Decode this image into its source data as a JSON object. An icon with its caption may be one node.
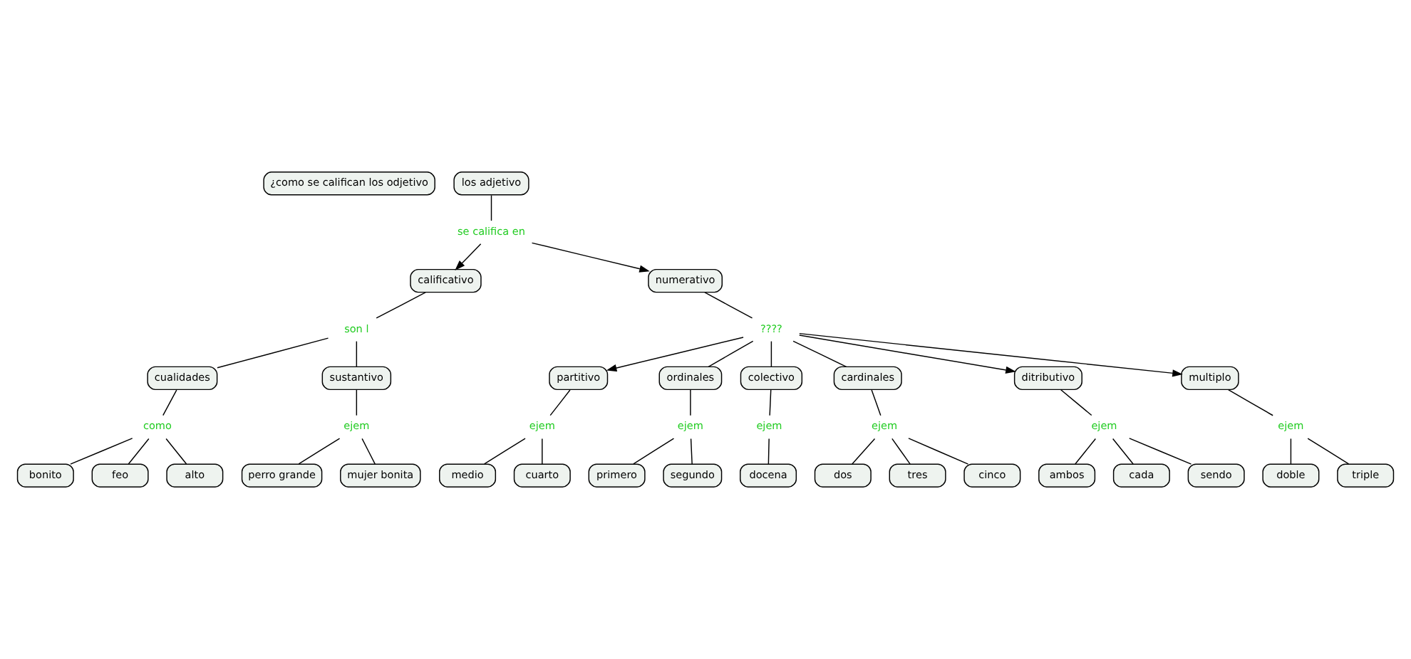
{
  "diagram": {
    "nodes": [
      {
        "text": [
          "¿como se califican los odjetivo"
        ]
      },
      {
        "text": [
          "los adjetivo"
        ]
      },
      {
        "text": [
          "se califica en"
        ]
      },
      {
        "text": [
          "calificativo"
        ]
      },
      {
        "text": [
          "numerativo"
        ]
      },
      {
        "text": [
          "son l"
        ]
      },
      {
        "text": [
          "cualidades"
        ]
      },
      {
        "text": [
          "sustantivo"
        ]
      },
      {
        "text": [
          "como"
        ]
      },
      {
        "text": [
          "bonito"
        ]
      },
      {
        "text": [
          "feo"
        ]
      },
      {
        "text": [
          "alto"
        ]
      },
      {
        "text": [
          "ejem"
        ]
      },
      {
        "text": [
          "perro grande"
        ]
      },
      {
        "text": [
          "mujer bonita"
        ]
      },
      {
        "text": [
          "????"
        ]
      },
      {
        "text": [
          "partitivo"
        ]
      },
      {
        "text": [
          "ordinales"
        ]
      },
      {
        "text": [
          "colectivo"
        ]
      },
      {
        "text": [
          "cardinales"
        ]
      },
      {
        "text": [
          "ditributivo"
        ]
      },
      {
        "text": [
          "multiplo"
        ]
      },
      {
        "text": [
          "ejem"
        ]
      },
      {
        "text": [
          "medio"
        ]
      },
      {
        "text": [
          "cuarto"
        ]
      },
      {
        "text": [
          "ejem"
        ]
      },
      {
        "text": [
          "primero"
        ]
      },
      {
        "text": [
          "segundo"
        ]
      },
      {
        "text": [
          "ejem"
        ]
      },
      {
        "text": [
          "docena"
        ]
      },
      {
        "text": [
          "ejem"
        ]
      },
      {
        "text": [
          "dos"
        ]
      },
      {
        "text": [
          "tres"
        ]
      },
      {
        "text": [
          "cinco"
        ]
      },
      {
        "text": [
          "ejem"
        ]
      },
      {
        "text": [
          "ambos"
        ]
      },
      {
        "text": [
          "cada"
        ]
      },
      {
        "text": [
          "sendo"
        ]
      },
      {
        "text": [
          "ejem"
        ]
      },
      {
        "text": [
          "doble"
        ]
      },
      {
        "text": [
          "triple"
        ]
      }
    ],
    "edges": [
      {
        "from": 1,
        "to": 2,
        "arrow": "none"
      },
      {
        "from": 2,
        "to": 3,
        "arrow": "to"
      },
      {
        "from": 2,
        "to": 4,
        "arrow": "to"
      },
      {
        "from": 3,
        "to": 5,
        "arrow": "none"
      },
      {
        "from": 5,
        "to": 6,
        "arrow": "none"
      },
      {
        "from": 5,
        "to": 7,
        "arrow": "none"
      },
      {
        "from": 6,
        "to": 8,
        "arrow": "none"
      },
      {
        "from": 8,
        "to": 9,
        "arrow": "none"
      },
      {
        "from": 8,
        "to": 10,
        "arrow": "none"
      },
      {
        "from": 8,
        "to": 11,
        "arrow": "none"
      },
      {
        "from": 7,
        "to": 12,
        "arrow": "none"
      },
      {
        "from": 12,
        "to": 13,
        "arrow": "none"
      },
      {
        "from": 12,
        "to": 14,
        "arrow": "none"
      },
      {
        "from": 4,
        "to": 15,
        "arrow": "none"
      },
      {
        "from": 15,
        "to": 16,
        "arrow": "to"
      },
      {
        "from": 15,
        "to": 17,
        "arrow": "none"
      },
      {
        "from": 15,
        "to": 18,
        "arrow": "none"
      },
      {
        "from": 15,
        "to": 19,
        "arrow": "none"
      },
      {
        "from": 15,
        "to": 20,
        "arrow": "to"
      },
      {
        "from": 15,
        "to": 21,
        "arrow": "to"
      },
      {
        "from": 16,
        "to": 22,
        "arrow": "none"
      },
      {
        "from": 22,
        "to": 23,
        "arrow": "none"
      },
      {
        "from": 22,
        "to": 24,
        "arrow": "none"
      },
      {
        "from": 17,
        "to": 25,
        "arrow": "none"
      },
      {
        "from": 25,
        "to": 26,
        "arrow": "none"
      },
      {
        "from": 25,
        "to": 27,
        "arrow": "none"
      },
      {
        "from": 18,
        "to": 28,
        "arrow": "none"
      },
      {
        "from": 28,
        "to": 29,
        "arrow": "none"
      },
      {
        "from": 19,
        "to": 30,
        "arrow": "none"
      },
      {
        "from": 30,
        "to": 31,
        "arrow": "none"
      },
      {
        "from": 30,
        "to": 32,
        "arrow": "none"
      },
      {
        "from": 30,
        "to": 33,
        "arrow": "none"
      },
      {
        "from": 20,
        "to": 34,
        "arrow": "none"
      },
      {
        "from": 34,
        "to": 35,
        "arrow": "none"
      },
      {
        "from": 34,
        "to": 36,
        "arrow": "none"
      },
      {
        "from": 34,
        "to": 37,
        "arrow": "none"
      },
      {
        "from": 21,
        "to": 38,
        "arrow": "none"
      },
      {
        "from": 38,
        "to": 39,
        "arrow": "none"
      },
      {
        "from": 38,
        "to": 40,
        "arrow": "none"
      }
    ]
  }
}
